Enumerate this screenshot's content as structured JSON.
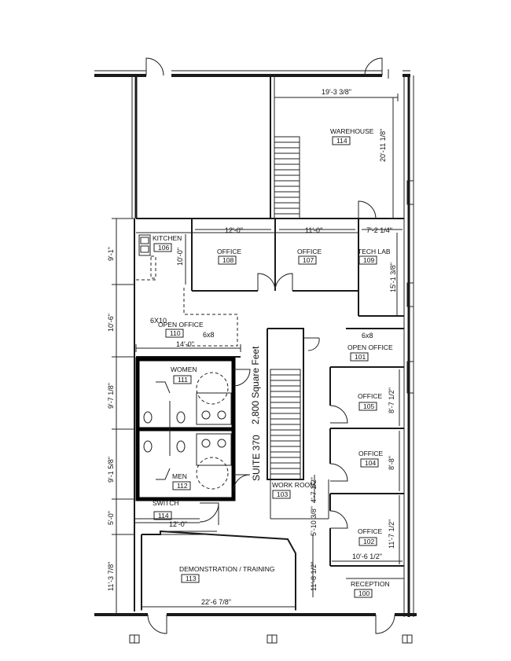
{
  "plan": {
    "suite_label": "SUITE 370",
    "area_label": "2,800 Square Feet",
    "rooms": {
      "warehouse": {
        "name": "WAREHOUSE",
        "number": "114"
      },
      "kitchen": {
        "name": "KITCHEN",
        "number": "106"
      },
      "office_108": {
        "name": "OFFICE",
        "number": "108"
      },
      "office_107": {
        "name": "OFFICE",
        "number": "107"
      },
      "tech_lab": {
        "name": "TECH LAB",
        "number": "109"
      },
      "open_office_110": {
        "name": "OPEN OFFICE",
        "number": "110"
      },
      "open_office_101": {
        "name": "OPEN OFFICE",
        "number": "101"
      },
      "women": {
        "name": "WOMEN",
        "number": "111"
      },
      "men": {
        "name": "MEN",
        "number": "112"
      },
      "office_105": {
        "name": "OFFICE",
        "number": "105"
      },
      "office_104": {
        "name": "OFFICE",
        "number": "104"
      },
      "office_102": {
        "name": "OFFICE",
        "number": "102"
      },
      "work_room": {
        "name": "WORK ROOM",
        "number": "103"
      },
      "switch": {
        "name": "SWITCH",
        "number": "114"
      },
      "demo_training": {
        "name": "DEMONSTRATION / TRAINING",
        "number": "113"
      },
      "reception": {
        "name": "RECEPTION",
        "number": "100"
      }
    },
    "dimensions": {
      "warehouse_width": "19'-3 3/8\"",
      "warehouse_depth": "20'-11 1/8\"",
      "office108_width": "12'-0\"",
      "office107_width": "11'-0\"",
      "techlab_width": "7'-2 1/4\"",
      "techlab_depth": "15'-1 3/8\"",
      "kitchen_depth": "10'-0\"",
      "left_9_1": "9'-1\"",
      "left_10_6": "10'-6\"",
      "left_9_7": "9'-7 1/8\"",
      "left_9_1_5": "9'-1 5/8\"",
      "left_5_0": "5'-0\"",
      "left_11_3": "11'-3 7/8\"",
      "furniture_6x10": "6X10",
      "furniture_6x8_left": "6x8",
      "furniture_6x8_right": "6x8",
      "open_office_width": "14'-0\"",
      "office105_depth": "8'-7 1/2\"",
      "office104_depth": "8'-8\"",
      "office102_depth": "11'-7 1/2\"",
      "office102_width": "10'-6 1/2\"",
      "workroom_4_7": "4'-7 1/2\"",
      "workroom_5_10": "5'-10 3/8\"",
      "workroom_11_8": "11'-8 1/2\"",
      "switch_width": "12'-0\"",
      "training_width": "22'-6 7/8\""
    }
  }
}
